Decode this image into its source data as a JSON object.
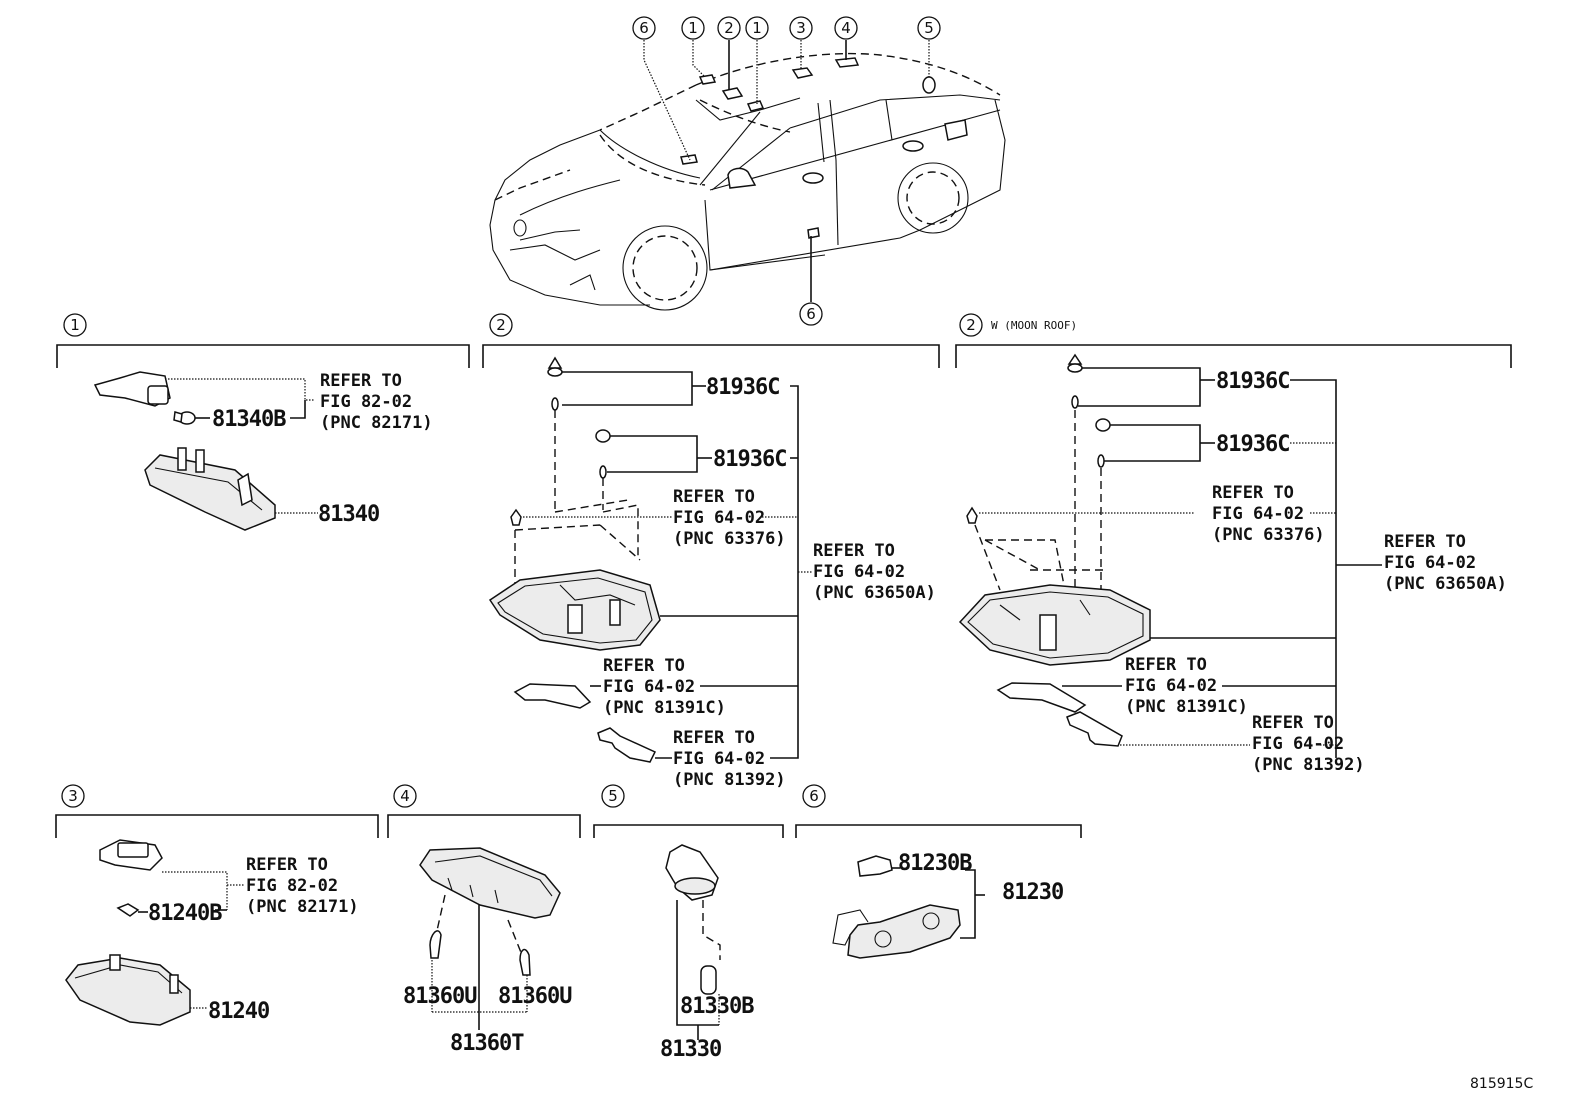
{
  "diagram": {
    "figure_code": "815915C",
    "overview_callouts": [
      "6",
      "1",
      "2",
      "1",
      "3",
      "4",
      "5",
      "6"
    ],
    "sections": [
      {
        "id": "1",
        "title": "1",
        "subtitle": "",
        "parts": [
          "81340B",
          "81340"
        ],
        "refer": [
          {
            "line1": "REFER TO",
            "line2": "FIG 82-02",
            "line3": "(PNC 82171)"
          }
        ]
      },
      {
        "id": "2",
        "title": "2",
        "subtitle": "",
        "parts": [
          "81936C",
          "81936C"
        ],
        "refer": [
          {
            "line1": "REFER TO",
            "line2": "FIG 64-02",
            "line3": "(PNC 63376)"
          },
          {
            "line1": "REFER TO",
            "line2": "FIG 64-02",
            "line3": "(PNC 63650A)"
          },
          {
            "line1": "REFER TO",
            "line2": "FIG 64-02",
            "line3": "(PNC 81391C)"
          },
          {
            "line1": "REFER TO",
            "line2": "FIG 64-02",
            "line3": "(PNC 81392)"
          }
        ]
      },
      {
        "id": "2w",
        "title": "2",
        "subtitle": "W (MOON ROOF)",
        "parts": [
          "81936C",
          "81936C"
        ],
        "refer": [
          {
            "line1": "REFER TO",
            "line2": "FIG 64-02",
            "line3": "(PNC 63376)"
          },
          {
            "line1": "REFER TO",
            "line2": "FIG 64-02",
            "line3": "(PNC 63650A)"
          },
          {
            "line1": "REFER TO",
            "line2": "FIG 64-02",
            "line3": "(PNC 81391C)"
          },
          {
            "line1": "REFER TO",
            "line2": "FIG 64-02",
            "line3": "(PNC 81392)"
          }
        ]
      },
      {
        "id": "3",
        "title": "3",
        "subtitle": "",
        "parts": [
          "81240B",
          "81240"
        ],
        "refer": [
          {
            "line1": "REFER TO",
            "line2": "FIG 82-02",
            "line3": "(PNC 82171)"
          }
        ]
      },
      {
        "id": "4",
        "title": "4",
        "subtitle": "",
        "parts": [
          "81360U",
          "81360U",
          "81360T"
        ],
        "refer": []
      },
      {
        "id": "5",
        "title": "5",
        "subtitle": "",
        "parts": [
          "81330B",
          "81330"
        ],
        "refer": []
      },
      {
        "id": "6",
        "title": "6",
        "subtitle": "",
        "parts": [
          "81230B",
          "81230"
        ],
        "refer": []
      }
    ]
  }
}
